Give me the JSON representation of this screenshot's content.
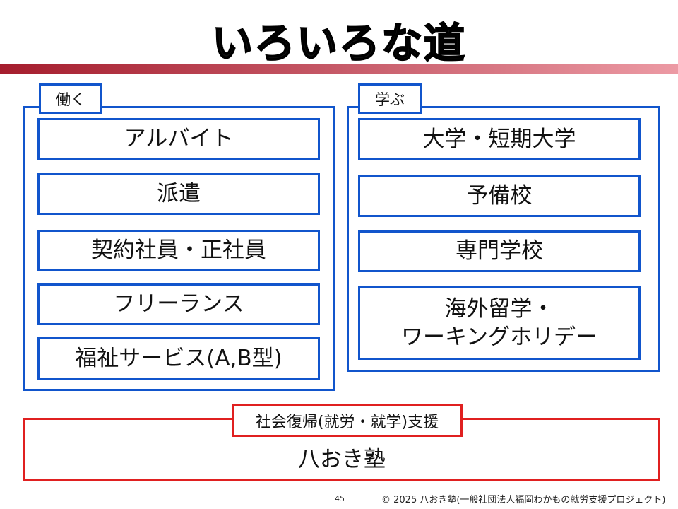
{
  "title": "いろいろな道",
  "work": {
    "label": "働く",
    "items": [
      "アルバイト",
      "派遣",
      "契約社員・正社員",
      "フリーランス",
      "福祉サービス(A,B型)"
    ]
  },
  "study": {
    "label": "学ぶ",
    "items": [
      "大学・短期大学",
      "予備校",
      "専門学校",
      "海外留学・",
      "ワーキングホリデー"
    ]
  },
  "support": {
    "label": "社会復帰(就労・就学)支援",
    "item": "八おき塾"
  },
  "footer": {
    "page": "45",
    "copyright": "© 2025 八おき塾(一般社団法人福岡わかもの就労支援プロジェクト)"
  }
}
